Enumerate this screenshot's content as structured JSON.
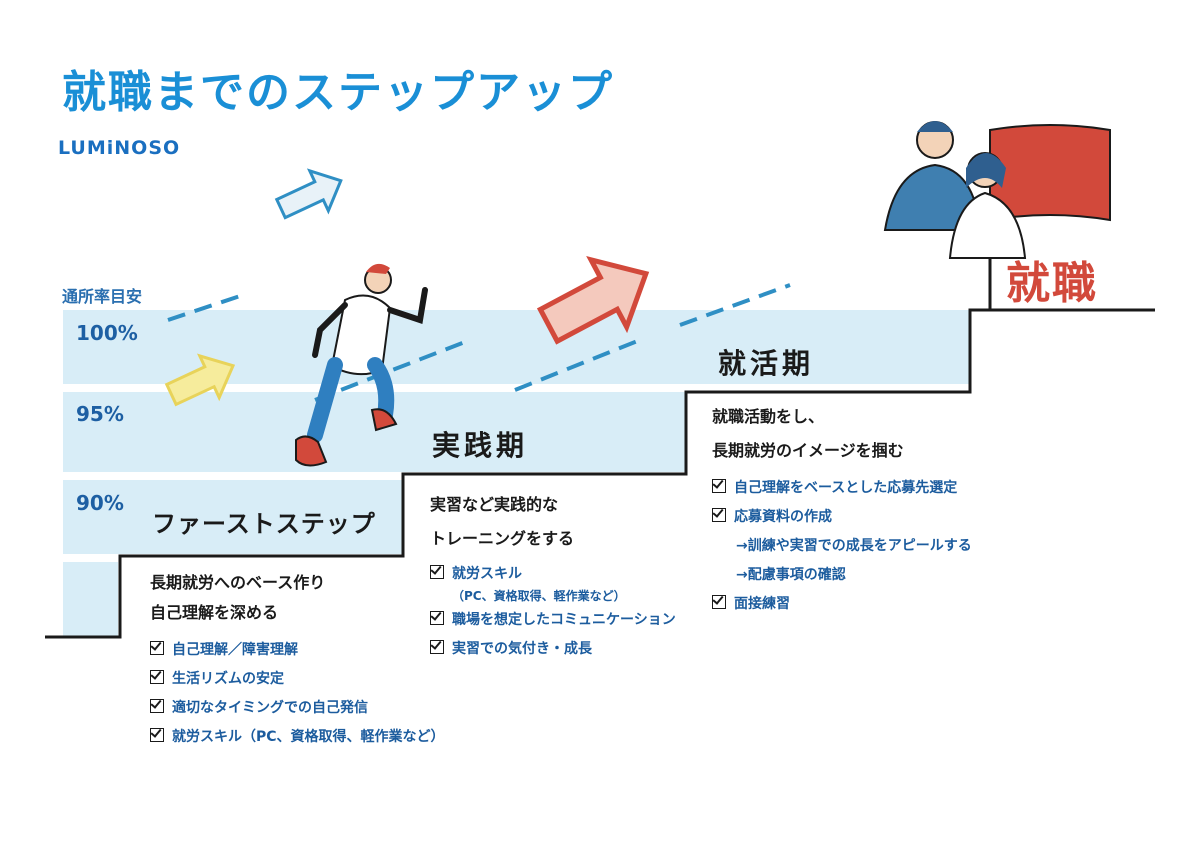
{
  "title": "就職までのステップアップ",
  "logo": "LUMiNOSO",
  "rate_label": "通所率目安",
  "percents": [
    "100%",
    "95%",
    "90%"
  ],
  "stages": {
    "first": "ファーストステップ",
    "practice": "実践期",
    "job_hunting": "就活期",
    "goal": "就職"
  },
  "first": {
    "heading": [
      "長期就労へのベース作り",
      "自己理解を深める"
    ],
    "items": [
      "自己理解／障害理解",
      "生活リズムの安定",
      "適切なタイミングでの自己発信",
      "就労スキル（PC、資格取得、軽作業など）"
    ]
  },
  "practice": {
    "heading": [
      "実習など実践的な",
      "トレーニングをする"
    ],
    "items": [
      "就労スキル",
      "職場を想定したコミュニケーション",
      "実習での気付き・成長"
    ],
    "sub": "（PC、資格取得、軽作業など）"
  },
  "job_hunting": {
    "heading": [
      "就職活動をし、",
      "長期就労のイメージを掴む"
    ],
    "items": [
      "自己理解をベースとした応募先選定",
      "応募資料の作成",
      "面接練習"
    ],
    "arrows": [
      "→訓練や実習での成長をアピールする",
      "→配慮事項の確認"
    ]
  },
  "colors": {
    "accent": "#1a8fd6",
    "band": "#d8edf7",
    "flag": "#d2493b",
    "arrow_red": "#d2493b",
    "arrow_blue": "#2f8fc4",
    "arrow_yellow": "#f2e27a"
  }
}
